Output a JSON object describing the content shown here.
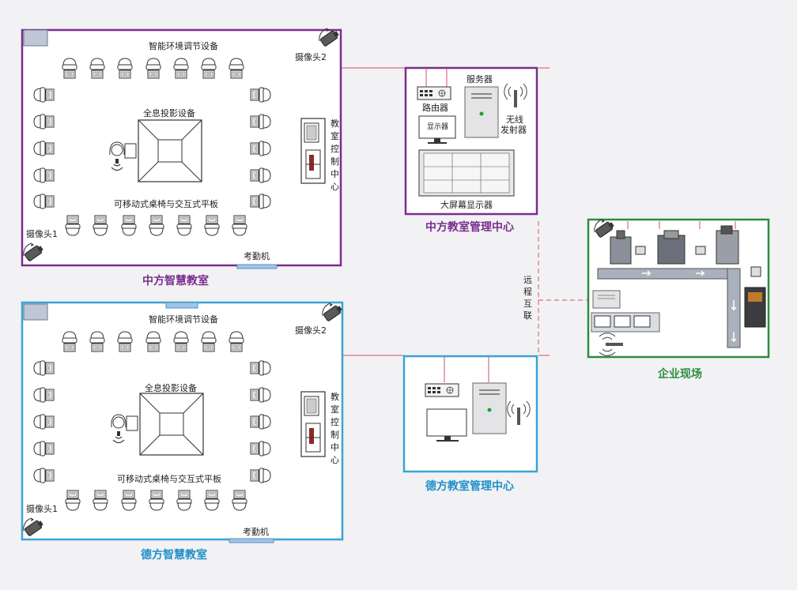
{
  "colors": {
    "zhongfang": "#7b2d8e",
    "defang": "#3aa3d6",
    "enterprise": "#2e8b3e",
    "link": "#d0506a"
  },
  "zf_room": {
    "title": "中方智慧教室",
    "env_label": "智能环境调节设备",
    "holo_label": "全息投影设备",
    "desk_label": "可移动式桌椅与交互式平板",
    "cam1": "摄像头1",
    "cam2": "摄像头2",
    "attendance": "考勤机",
    "control": [
      "教",
      "室",
      "控",
      "制",
      "中",
      "心"
    ]
  },
  "df_room": {
    "title": "德方智慧教室",
    "env_label": "智能环境调节设备",
    "holo_label": "全息投影设备",
    "desk_label": "可移动式桌椅与交互式平板",
    "cam1": "摄像头1",
    "cam2": "摄像头2",
    "attendance": "考勤机",
    "control": [
      "教",
      "室",
      "控",
      "制",
      "中",
      "心"
    ]
  },
  "zf_center": {
    "title": "中方教室管理中心",
    "router": "路由器",
    "server": "服务器",
    "monitor": "显示器",
    "wireless": [
      "无线",
      "发射器"
    ],
    "screen": "大屏幕显示器"
  },
  "df_center": {
    "title": "德方教室管理中心"
  },
  "remote": [
    "远",
    "程",
    "互",
    "联"
  ],
  "enterprise": {
    "title": "企业现场"
  }
}
